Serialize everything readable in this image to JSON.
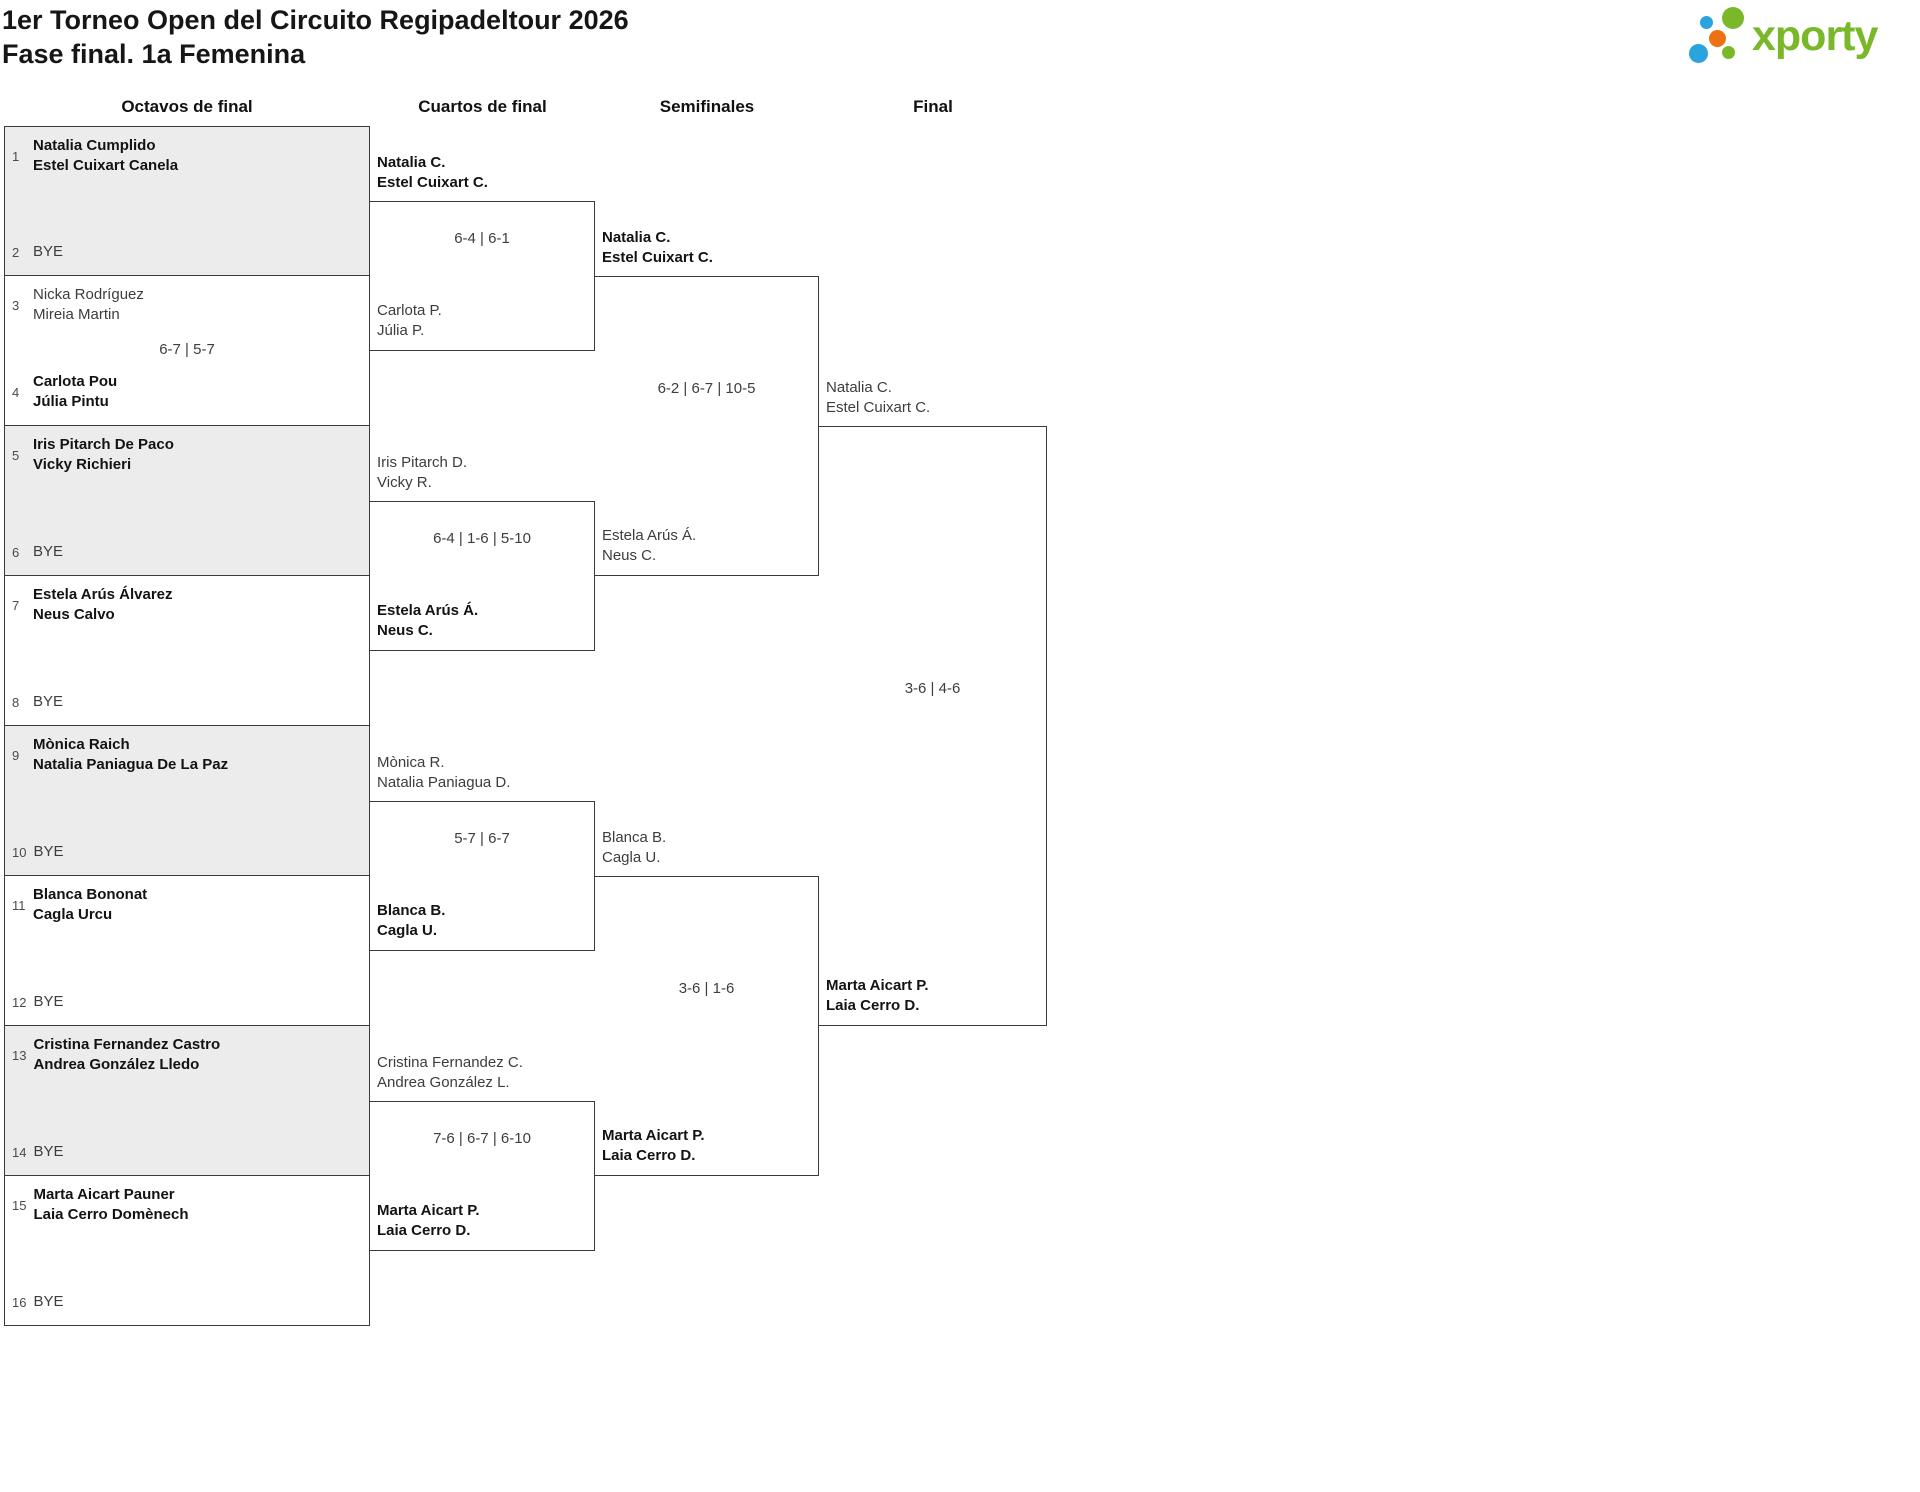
{
  "title": {
    "line1": "1er Torneo Open del Circuito Regipadeltour 2026",
    "line2": "Fase final. 1a Femenina"
  },
  "logo": {
    "text": "xporty",
    "colors": {
      "green": "#7ab829",
      "blue": "#2ba3dc",
      "orange": "#ed7013"
    }
  },
  "colors": {
    "box_fill_alt": "#ececec",
    "box_fill": "#ffffff",
    "line": "#3a3a3a",
    "winner_text": "#131313",
    "regular_text": "#3d3d3d"
  },
  "round_headers": [
    "Octavos de final",
    "Cuartos de final",
    "Semifinales",
    "Final"
  ],
  "octavos": [
    {
      "top": {
        "seed": "1",
        "p1": "Natalia Cumplido",
        "p2": "Estel Cuixart Canela",
        "winner": true
      },
      "bottom": {
        "seed": "2",
        "p1": "BYE",
        "p2": "",
        "winner": false
      },
      "score": ""
    },
    {
      "top": {
        "seed": "3",
        "p1": "Nicka Rodríguez",
        "p2": "Mireia Martin",
        "winner": false
      },
      "bottom": {
        "seed": "4",
        "p1": "Carlota Pou",
        "p2": "Júlia Pintu",
        "winner": true
      },
      "score": "6-7 | 5-7"
    },
    {
      "top": {
        "seed": "5",
        "p1": "Iris Pitarch De Paco",
        "p2": "Vicky Richieri",
        "winner": true
      },
      "bottom": {
        "seed": "6",
        "p1": "BYE",
        "p2": "",
        "winner": false
      },
      "score": ""
    },
    {
      "top": {
        "seed": "7",
        "p1": "Estela Arús Álvarez",
        "p2": "Neus Calvo",
        "winner": true
      },
      "bottom": {
        "seed": "8",
        "p1": "BYE",
        "p2": "",
        "winner": false
      },
      "score": ""
    },
    {
      "top": {
        "seed": "9",
        "p1": "Mònica Raich",
        "p2": "Natalia Paniagua De La Paz",
        "winner": true
      },
      "bottom": {
        "seed": "10",
        "p1": "BYE",
        "p2": "",
        "winner": false
      },
      "score": ""
    },
    {
      "top": {
        "seed": "11",
        "p1": "Blanca Bononat",
        "p2": "Cagla Urcu",
        "winner": true
      },
      "bottom": {
        "seed": "12",
        "p1": "BYE",
        "p2": "",
        "winner": false
      },
      "score": ""
    },
    {
      "top": {
        "seed": "13",
        "p1": "Cristina Fernandez Castro",
        "p2": "Andrea González Lledo",
        "winner": true
      },
      "bottom": {
        "seed": "14",
        "p1": "BYE",
        "p2": "",
        "winner": false
      },
      "score": ""
    },
    {
      "top": {
        "seed": "15",
        "p1": "Marta Aicart Pauner",
        "p2": "Laia Cerro Domènech",
        "winner": true
      },
      "bottom": {
        "seed": "16",
        "p1": "BYE",
        "p2": "",
        "winner": false
      },
      "score": ""
    }
  ],
  "cuartos": [
    {
      "top": {
        "p1": "Natalia C.",
        "p2": "Estel Cuixart C.",
        "winner": true
      },
      "bottom": {
        "p1": "Carlota P.",
        "p2": "Júlia P.",
        "winner": false
      },
      "score": "6-4 | 6-1"
    },
    {
      "top": {
        "p1": "Iris Pitarch D.",
        "p2": "Vicky R.",
        "winner": false
      },
      "bottom": {
        "p1": "Estela Arús Á.",
        "p2": "Neus C.",
        "winner": true
      },
      "score": "6-4 | 1-6 | 5-10"
    },
    {
      "top": {
        "p1": "Mònica R.",
        "p2": "Natalia Paniagua D.",
        "winner": false
      },
      "bottom": {
        "p1": "Blanca B.",
        "p2": "Cagla U.",
        "winner": true
      },
      "score": "5-7 | 6-7"
    },
    {
      "top": {
        "p1": "Cristina Fernandez C.",
        "p2": "Andrea González L.",
        "winner": false
      },
      "bottom": {
        "p1": "Marta Aicart P.",
        "p2": "Laia Cerro D.",
        "winner": true
      },
      "score": "7-6 | 6-7 | 6-10"
    }
  ],
  "semifinales": [
    {
      "top": {
        "p1": "Natalia C.",
        "p2": "Estel Cuixart C.",
        "winner": true
      },
      "bottom": {
        "p1": "Estela Arús Á.",
        "p2": "Neus C.",
        "winner": false
      },
      "score": "6-2 | 6-7 | 10-5"
    },
    {
      "top": {
        "p1": "Blanca B.",
        "p2": "Cagla U.",
        "winner": false
      },
      "bottom": {
        "p1": "Marta Aicart P.",
        "p2": "Laia Cerro D.",
        "winner": true
      },
      "score": "3-6 | 1-6"
    }
  ],
  "final": {
    "top": {
      "p1": "Natalia C.",
      "p2": "Estel Cuixart C.",
      "winner": false
    },
    "bottom": {
      "p1": "Marta Aicart P.",
      "p2": "Laia Cerro D.",
      "winner": true
    },
    "score": "3-6 | 4-6"
  }
}
